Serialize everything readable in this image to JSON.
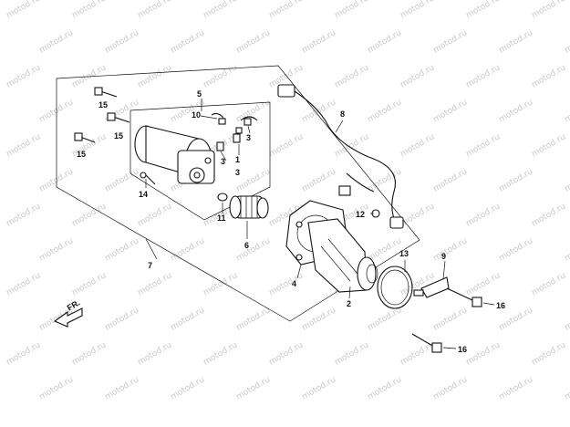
{
  "watermark_text": "motod.ru",
  "direction_label": "FR.",
  "callouts": [
    "1",
    "2",
    "3",
    "3",
    "3",
    "4",
    "5",
    "6",
    "7",
    "8",
    "9",
    "10",
    "11",
    "12",
    "13",
    "14",
    "15",
    "15",
    "15",
    "16",
    "16"
  ]
}
